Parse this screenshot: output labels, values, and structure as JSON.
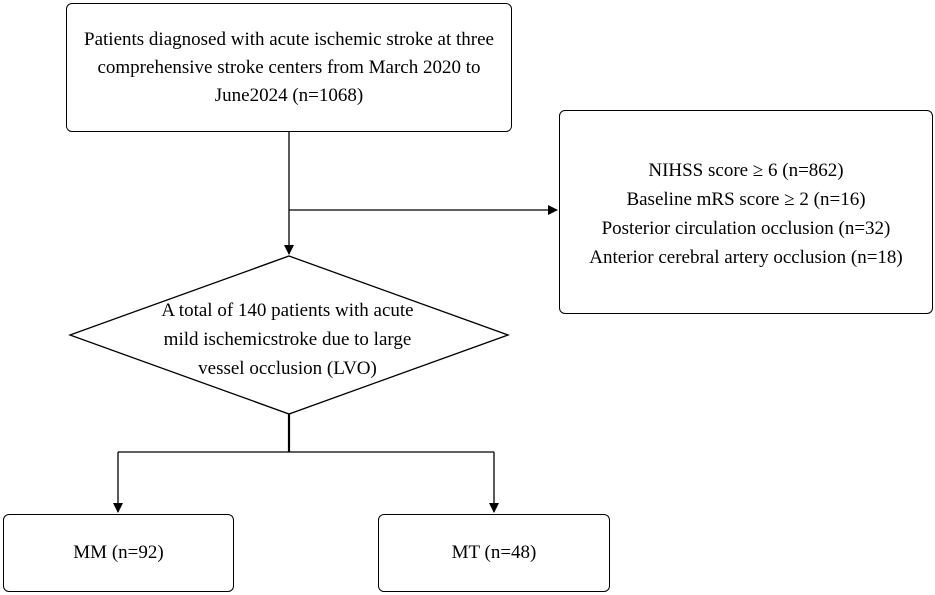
{
  "flowchart": {
    "source": {
      "lines": [
        "Patients diagnosed with acute ischemic stroke at three",
        "comprehensive stroke centers from March 2020 to",
        "June2024 (n=1068)"
      ]
    },
    "exclusions": {
      "lines": [
        "NIHSS score ≥ 6 (n=862)",
        "Baseline mRS score ≥ 2 (n=16)",
        "Posterior circulation occlusion (n=32)",
        "Anterior cerebral artery occlusion (n=18)"
      ]
    },
    "cohort": {
      "lines": [
        "A total of 140 patients with acute",
        "mild ischemicstroke due to large",
        "vessel occlusion (LVO)"
      ]
    },
    "groups": [
      {
        "label": "MM (n=92)"
      },
      {
        "label": "MT (n=48)"
      }
    ],
    "colors": {
      "stroke": "#000000",
      "fill": "#ffffff",
      "text": "#000000"
    }
  }
}
